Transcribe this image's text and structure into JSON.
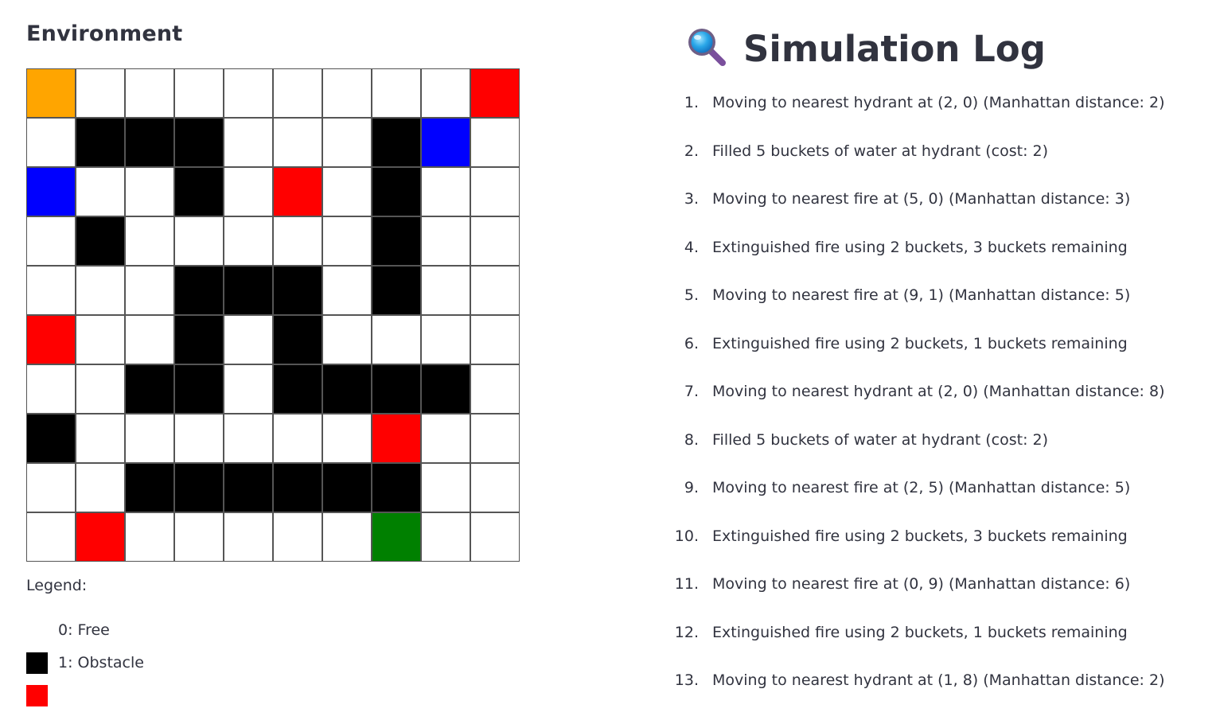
{
  "environment": {
    "title": "Environment",
    "colors": {
      "0": "#ffffff",
      "1": "#000000",
      "2": "#ff0000",
      "3": "#0000ff",
      "4": "#ffa500",
      "5": "#008000"
    },
    "grid": [
      [
        4,
        0,
        0,
        0,
        0,
        0,
        0,
        0,
        0,
        2
      ],
      [
        0,
        1,
        1,
        1,
        0,
        0,
        0,
        1,
        3,
        0
      ],
      [
        3,
        0,
        0,
        1,
        0,
        2,
        0,
        1,
        0,
        0
      ],
      [
        0,
        1,
        0,
        0,
        0,
        0,
        0,
        1,
        0,
        0
      ],
      [
        0,
        0,
        0,
        1,
        1,
        1,
        0,
        1,
        0,
        0
      ],
      [
        2,
        0,
        0,
        1,
        0,
        1,
        0,
        0,
        0,
        0
      ],
      [
        0,
        0,
        1,
        1,
        0,
        1,
        1,
        1,
        1,
        0
      ],
      [
        1,
        0,
        0,
        0,
        0,
        0,
        0,
        2,
        0,
        0
      ],
      [
        0,
        0,
        1,
        1,
        1,
        1,
        1,
        1,
        0,
        0
      ],
      [
        0,
        2,
        0,
        0,
        0,
        0,
        0,
        5,
        0,
        0
      ]
    ]
  },
  "legend": {
    "label": "Legend:",
    "items": [
      {
        "text": "0: Free",
        "color": "#ffffff"
      },
      {
        "text": "1: Obstacle",
        "color": "#000000"
      },
      {
        "text": "",
        "color": "#ff0000"
      }
    ]
  },
  "simulation": {
    "icon": "magnifying-glass-icon",
    "title": "Simulation Log",
    "log": [
      {
        "num": "1.",
        "text": "Moving to nearest hydrant at (2, 0) (Manhattan distance: 2)"
      },
      {
        "num": "2.",
        "text": "Filled 5 buckets of water at hydrant (cost: 2)"
      },
      {
        "num": "3.",
        "text": "Moving to nearest fire at (5, 0) (Manhattan distance: 3)"
      },
      {
        "num": "4.",
        "text": "Extinguished fire using 2 buckets, 3 buckets remaining"
      },
      {
        "num": "5.",
        "text": "Moving to nearest fire at (9, 1) (Manhattan distance: 5)"
      },
      {
        "num": "6.",
        "text": "Extinguished fire using 2 buckets, 1 buckets remaining"
      },
      {
        "num": "7.",
        "text": "Moving to nearest hydrant at (2, 0) (Manhattan distance: 8)"
      },
      {
        "num": "8.",
        "text": "Filled 5 buckets of water at hydrant (cost: 2)"
      },
      {
        "num": "9.",
        "text": "Moving to nearest fire at (2, 5) (Manhattan distance: 5)"
      },
      {
        "num": "10.",
        "text": "Extinguished fire using 2 buckets, 3 buckets remaining"
      },
      {
        "num": "11.",
        "text": "Moving to nearest fire at (0, 9) (Manhattan distance: 6)"
      },
      {
        "num": "12.",
        "text": "Extinguished fire using 2 buckets, 1 buckets remaining"
      },
      {
        "num": "13.",
        "text": "Moving to nearest hydrant at (1, 8) (Manhattan distance: 2)"
      }
    ]
  }
}
